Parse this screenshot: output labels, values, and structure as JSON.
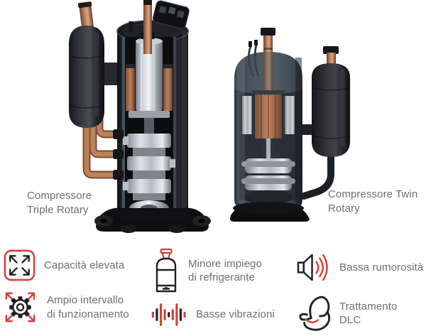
{
  "page": {
    "background": "#ffffff"
  },
  "colors": {
    "accent_red": "#d6403a",
    "icon_black": "#231f20",
    "text_gray": "#6d6e71",
    "copper": "#b5785a",
    "dark_metal": "#1a1d21",
    "steel": "#c9ced5"
  },
  "products": [
    {
      "name": "triple-rotary-compressor",
      "label": "Compressore Triple Rotary"
    },
    {
      "name": "twin-rotary-compressor",
      "label": "Compressore Twin Rotary"
    }
  ],
  "features": [
    {
      "icon": "expand-arrows-icon",
      "label": "Capacità elevata"
    },
    {
      "icon": "gear-range-icon",
      "label": "Ampio intervallo di funzionamento"
    },
    {
      "icon": "refrigerant-cylinder-icon",
      "label": "Minore impiego di refrigerante"
    },
    {
      "icon": "vibration-waveform-icon",
      "label": "Basse vibrazioni"
    },
    {
      "icon": "speaker-sound-icon",
      "label": "Bassa rumorosità"
    },
    {
      "icon": "muscle-arm-icon",
      "label": "Trattamento DLC"
    }
  ]
}
